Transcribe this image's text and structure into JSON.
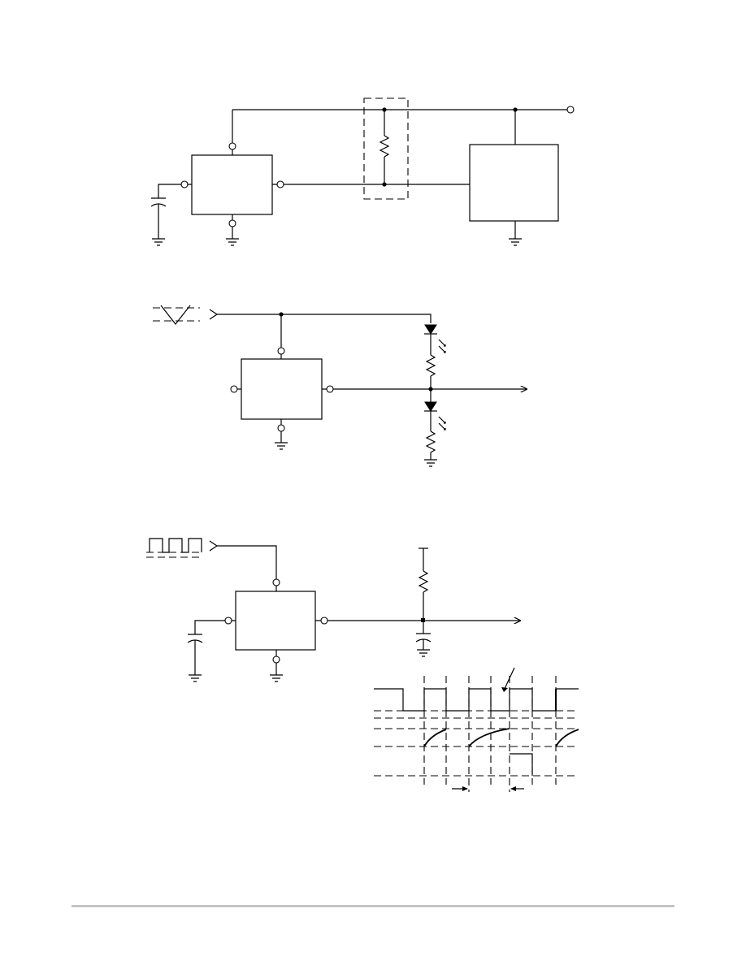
{
  "page": {
    "background": "#ffffff",
    "line_color": "#000000",
    "footer_rule_color": "#c4c4c4"
  },
  "figures": [
    {
      "id": "fig1",
      "elements": [
        "ic-box",
        "load-box",
        "supply-terminal",
        "timing-capacitor",
        "pull-up-resistor-dashed-box",
        "ground-symbols"
      ]
    },
    {
      "id": "fig2",
      "elements": [
        "triangle-input-waveform",
        "ic-box",
        "led-upper",
        "led-lower",
        "resistors",
        "output-arrow",
        "ground-symbols"
      ]
    },
    {
      "id": "fig3",
      "elements": [
        "square-input-waveform",
        "ic-box",
        "timing-capacitor",
        "rc-output-network",
        "output-arrow",
        "timing-diagram"
      ]
    }
  ]
}
